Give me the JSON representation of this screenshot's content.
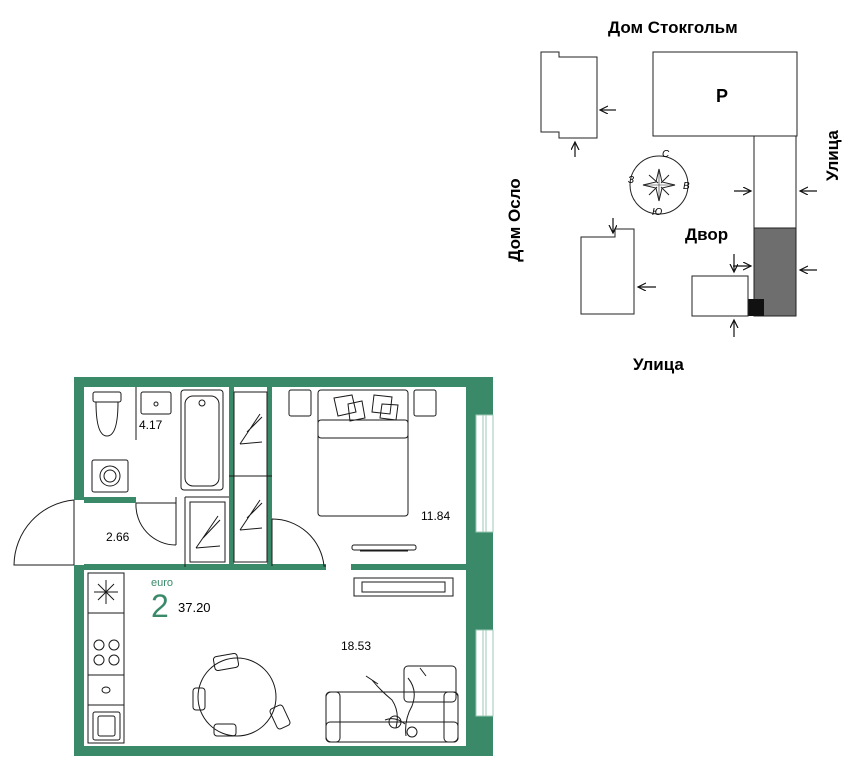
{
  "site_plan": {
    "house_stockholm": "Дом Стокгольм",
    "house_oslo": "Дом Осло",
    "street_right": "Улица",
    "street_bottom": "Улица",
    "yard": "Двор",
    "parking": "Р",
    "compass": {
      "north": "С",
      "south": "Ю",
      "west": "З",
      "east": "В"
    }
  },
  "apartment": {
    "type_label": "euro",
    "rooms": "2",
    "total_area": "37.20",
    "areas": {
      "bathroom": "4.17",
      "hallway": "2.66",
      "bedroom": "11.84",
      "kitchen_living": "18.53"
    }
  },
  "colors": {
    "wall": "#3a8a6a",
    "accent": "#3a8a6a",
    "hatch": "#6e6e6e",
    "line": "#1a1a1a"
  }
}
